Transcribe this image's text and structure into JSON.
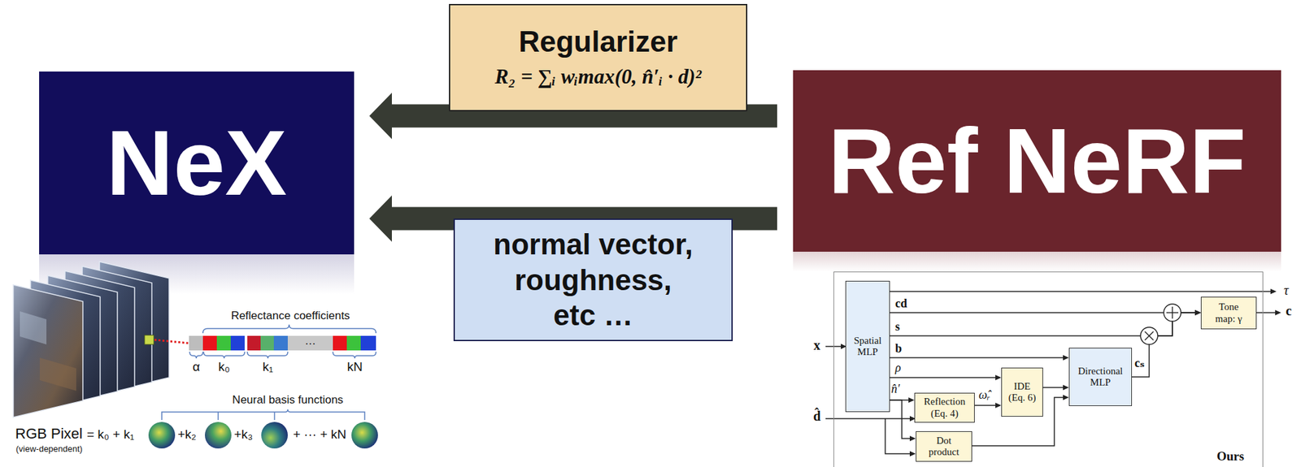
{
  "diagram": {
    "nodes": [
      {
        "text": [
          "NeX"
        ]
      },
      {
        "text": [
          "Regularizer",
          "R₂ = ∑ᵢ wᵢmax(0, n̂′ᵢ · d)²"
        ]
      },
      {
        "text": [
          "normal vector, roughness, etc …"
        ]
      },
      {
        "text": [
          "Ref NeRF"
        ]
      },
      {
        "text": [
          "Ours"
        ]
      },
      {
        "text": [
          "Spatial MLP"
        ],
        "in": 4
      },
      {
        "text": [
          "Tone map: γ"
        ],
        "in": 4
      },
      {
        "text": [
          "Directional MLP"
        ],
        "in": 4
      },
      {
        "text": [
          "IDE (Eq. 6)"
        ],
        "in": 4
      },
      {
        "text": [
          "Reflection (Eq. 4)"
        ],
        "in": 4
      },
      {
        "text": [
          "Dot product"
        ],
        "in": 4
      }
    ],
    "edges": [
      {
        "from": 3,
        "to": 0,
        "arrow": "to"
      },
      {
        "from": 3,
        "to": 0,
        "arrow": "to"
      },
      {
        "from": 5,
        "to": 6,
        "label": "cd",
        "arrow": "to"
      },
      {
        "from": 5,
        "to": 6,
        "label": "s",
        "arrow": "to"
      },
      {
        "from": 7,
        "to": 6,
        "label": "cₛ",
        "arrow": "to"
      },
      {
        "from": 5,
        "to": 7,
        "label": "b",
        "arrow": "to"
      },
      {
        "from": 5,
        "to": 8,
        "label": "ρ",
        "arrow": "to"
      },
      {
        "from": 8,
        "to": 7,
        "arrow": "to"
      },
      {
        "from": 5,
        "to": 9,
        "label": "n̂′",
        "arrow": "to"
      },
      {
        "from": 5,
        "to": 10,
        "arrow": "to"
      },
      {
        "from": 9,
        "to": 8,
        "label": "ω̂ᵣ",
        "arrow": "to"
      },
      {
        "from": 10,
        "to": 7,
        "arrow": "to"
      }
    ],
    "labels": [
      "Reflectance coefficients",
      "α",
      "k₀",
      "k₁",
      "…",
      "kN",
      "Neural basis functions",
      "RGB Pixel",
      "(view-dependent)",
      "= k₀ + k₁",
      "+k₂",
      "+k₃",
      "+ ··· + kN",
      "x",
      "d̂",
      "τ",
      "c"
    ]
  }
}
